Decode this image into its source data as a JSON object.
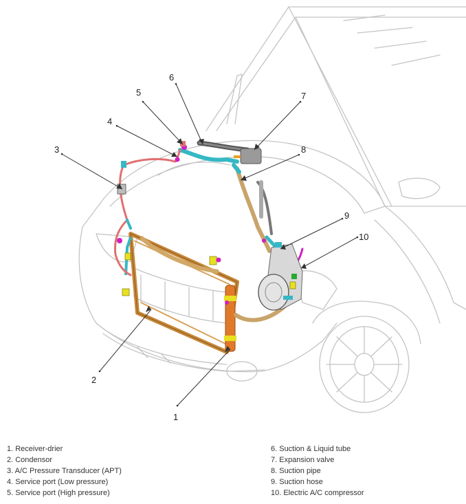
{
  "diagram": {
    "callouts": [
      "1",
      "2",
      "3",
      "4",
      "5",
      "6",
      "7",
      "8",
      "9",
      "10"
    ]
  },
  "legend": {
    "left": [
      "1. Receiver-drier",
      "2. Condensor",
      "3. A/C Pressure Transducer (APT)",
      "4. Service port (Low pressure)",
      "5. Service port (High pressure)"
    ],
    "right": [
      "6. Suction & Liquid tube",
      "7. Expansion valve",
      "8. Suction pipe",
      "9. Suction hose",
      "10. Electric A/C compressor"
    ]
  },
  "colors": {
    "car_outline": "#c4c4c4",
    "condenser_frame": "#c8893a",
    "receiver_drier": "#e07a2a",
    "liquid_tube": "#35b8c4",
    "suction_pipe": "#c9a46a",
    "hose": "#e07070",
    "connector": "#e8e020",
    "clip": "#d020c0"
  }
}
